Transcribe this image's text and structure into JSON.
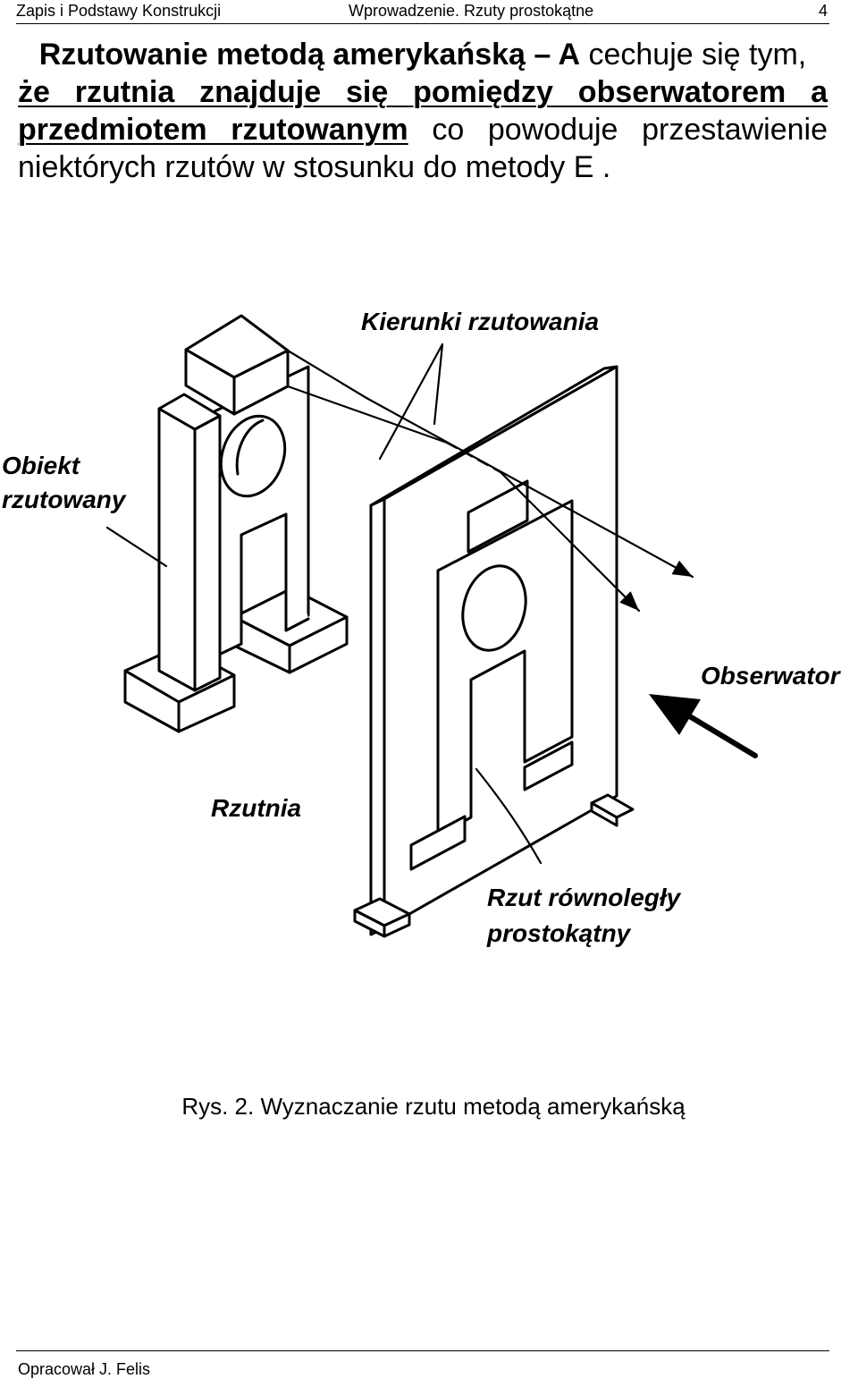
{
  "header": {
    "left": "Zapis i Podstawy Konstrukcji",
    "center": "Wprowadzenie. Rzuty prostokątne",
    "page_number": "4"
  },
  "intro": {
    "lead": "Rzutowanie metodą amerykańską – A",
    "after_lead": "cechuje się tym,",
    "underlined": "że rzutnia znajduje się pomiędzy obserwatorem a przedmiotem rzutowanym",
    "rest": "co powoduje przestawienie niektórych rzutów w stosunku do metody E ."
  },
  "figure": {
    "labels": {
      "projection_directions": "Kierunki rzutowania",
      "object_line1": "Obiekt",
      "object_line2": "rzutowany",
      "observer": "Obserwator",
      "projection_plane": "Rzutnia",
      "projection_line1": "Rzut równoległy",
      "projection_line2": "prostokątny"
    }
  },
  "caption": "Rys. 2. Wyznaczanie rzutu metodą amerykańską",
  "footer": "Opracował J. Felis"
}
